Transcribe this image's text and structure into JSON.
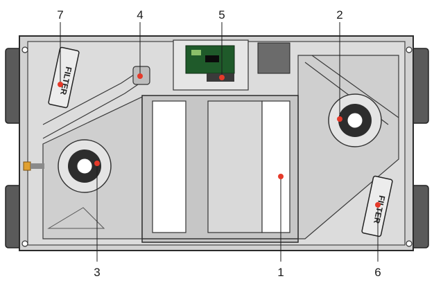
{
  "callouts": [
    {
      "number": "1"
    },
    {
      "number": "2"
    },
    {
      "number": "3"
    },
    {
      "number": "4"
    },
    {
      "number": "5"
    },
    {
      "number": "6"
    },
    {
      "number": "7"
    }
  ],
  "filters": {
    "top_left_label": "FILTER",
    "bottom_right_label": "FILTER"
  },
  "colors": {
    "housing": "#dcdcdc",
    "housing_dark": "#c8c8c8",
    "edge": "#2b2b2b",
    "duct": "#555555",
    "marker": "#e53a2a",
    "pcb": "#1f5a2a",
    "connector": "#e0a030",
    "core": "#d9d9d9"
  }
}
